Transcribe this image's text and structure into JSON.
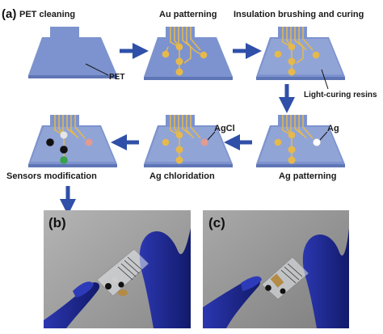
{
  "figure": {
    "panel_a": "(a)",
    "panel_b": "(b)",
    "panel_c": "(c)"
  },
  "steps": {
    "pet_cleaning": "PET cleaning",
    "au_patterning": "Au patterning",
    "insulation": "Insulation brushing and curing",
    "ag_patterning": "Ag patterning",
    "ag_chloridation": "Ag chloridation",
    "sensors_modification": "Sensors modification"
  },
  "callouts": {
    "pet": "PET",
    "light_curing": "Light-curing resins",
    "ag": "Ag",
    "agcl": "AgCl"
  },
  "colors": {
    "substrate": "#7d93cf",
    "gold": "#e6b94a",
    "arrow": "#2f4fa8",
    "resin": "#a3b2dc",
    "agcl": "#e39a8f",
    "ag": "#ffffff",
    "glove": "#1c2790",
    "photo_bg": "#9b9b9b"
  },
  "icons": {
    "process_arrow": "arrow-right-icon"
  }
}
